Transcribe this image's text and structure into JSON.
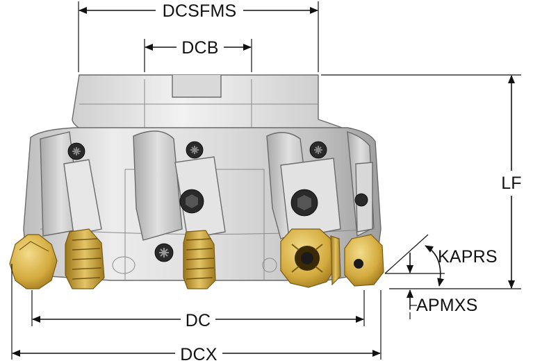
{
  "dimensions": {
    "dcsfms": "DCSFMS",
    "dcb": "DCB",
    "lf": "LF",
    "kaprs": "KAPRS",
    "apmxs": "APMXS",
    "dc": "DC",
    "dcx": "DCX"
  },
  "colors": {
    "body_light": "#e9e9e9",
    "body_mid": "#cfcfcf",
    "body_dark": "#9c9c9c",
    "insert_gold": "#c9a33a",
    "insert_light": "#e8cf78",
    "line": "#111111"
  },
  "icons": {
    "screw": "torx-screw-icon",
    "insert": "octagonal-insert-icon"
  }
}
